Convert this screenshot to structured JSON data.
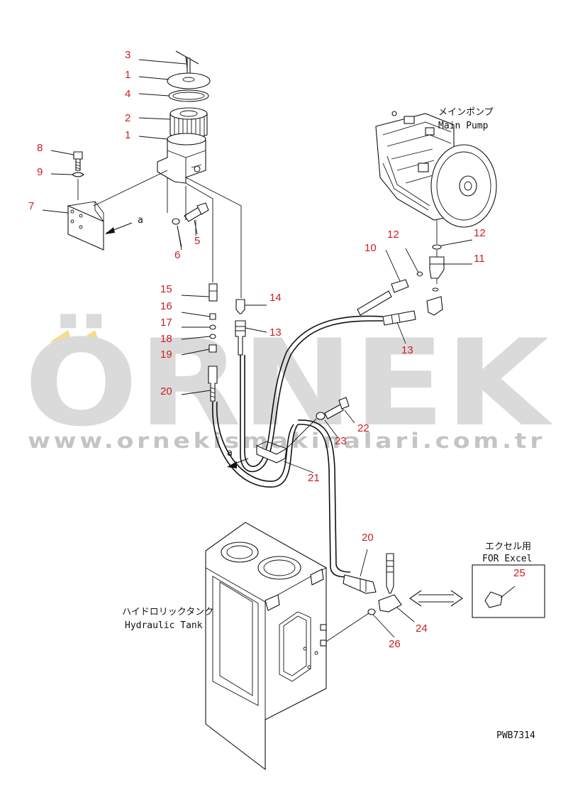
{
  "watermark": {
    "brand": "ÖRNEK",
    "url": "www.ornekismakinalari.com.tr"
  },
  "labels": {
    "main_pump_jp": "メインポンプ",
    "main_pump_en": "Main Pump",
    "hydraulic_tank_jp": "ハイドロリックタンク",
    "hydraulic_tank_en": "Hydraulic Tank",
    "excel_jp": "エクセル用",
    "excel_en": "FOR Excel",
    "drawing_code": "PWB7314"
  },
  "view_markers": [
    "a",
    "a"
  ],
  "part_numbers": [
    "3",
    "1",
    "4",
    "2",
    "1",
    "8",
    "9",
    "7",
    "6",
    "5",
    "15",
    "16",
    "17",
    "18",
    "19",
    "20",
    "14",
    "13",
    "10",
    "12",
    "12",
    "11",
    "13",
    "22",
    "23",
    "21",
    "20",
    "24",
    "26",
    "25"
  ],
  "colors": {
    "part_number": "#cc1e1e",
    "line": "#111111",
    "watermark": "#dadada",
    "watermark_accent": "#f5dc8a"
  }
}
